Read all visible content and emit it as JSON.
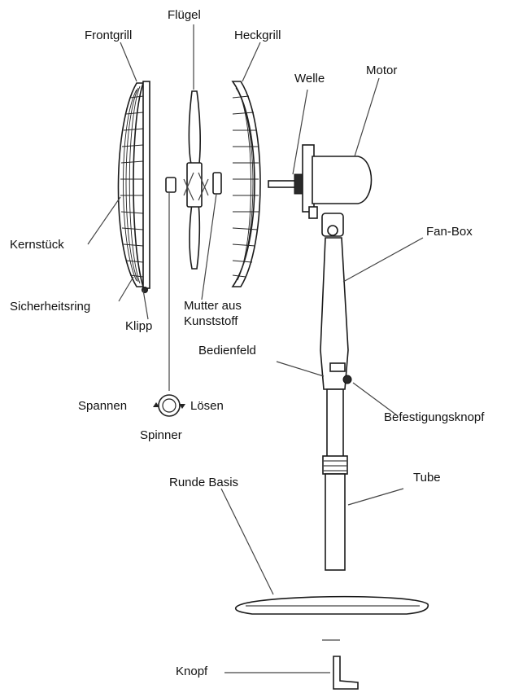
{
  "labels": {
    "frontgrill": "Frontgrill",
    "fluegel": "Flügel",
    "heckgrill": "Heckgrill",
    "welle": "Welle",
    "motor": "Motor",
    "kernstueck": "Kernstück",
    "fanbox": "Fan-Box",
    "sicherheitsring": "Sicherheitsring",
    "klipp": "Klipp",
    "mutter_line1": "Mutter aus",
    "mutter_line2": "Kunststoff",
    "bedienfeld": "Bedienfeld",
    "befestigungsknopf": "Befestigungsknopf",
    "spannen": "Spannen",
    "loesen": "Lösen",
    "spinner": "Spinner",
    "runde_basis": "Runde Basis",
    "tube": "Tube",
    "knopf": "Knopf"
  }
}
